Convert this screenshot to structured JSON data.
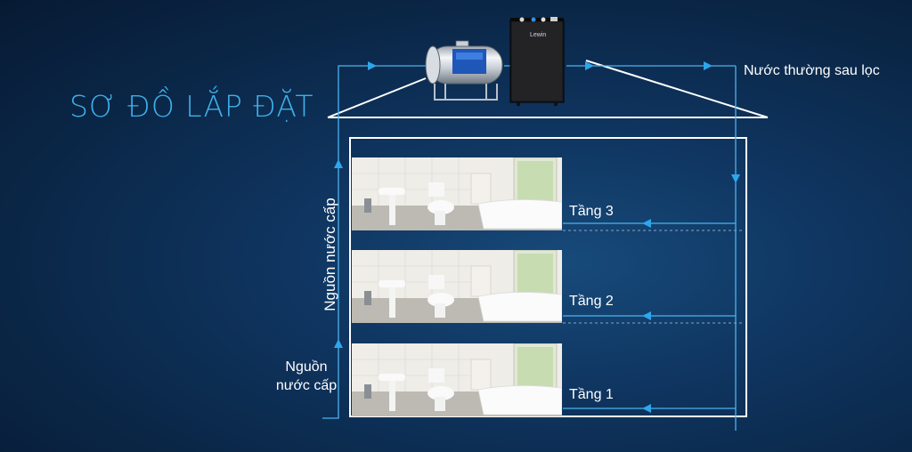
{
  "title": "SƠ ĐỒ LẮP ĐẶT",
  "labels": {
    "filtered_water": "Nước thường sau lọc",
    "supply_vertical": "Nguồn nước cấp",
    "supply_bottom": "Nguồn nước cấp"
  },
  "floors": [
    {
      "label": "Tầng 3"
    },
    {
      "label": "Tầng 2"
    },
    {
      "label": "Tầng 1"
    }
  ],
  "filter_brand": "Lewin",
  "icons": [
    "water-tank-icon",
    "filter-cabinet-icon",
    "bathroom-photo"
  ],
  "colors": {
    "background": "#0a2646",
    "pipe": "#4ab3f0",
    "arrow": "#2ea6ec",
    "title": "#3fb0e8",
    "text": "#ffffff"
  }
}
